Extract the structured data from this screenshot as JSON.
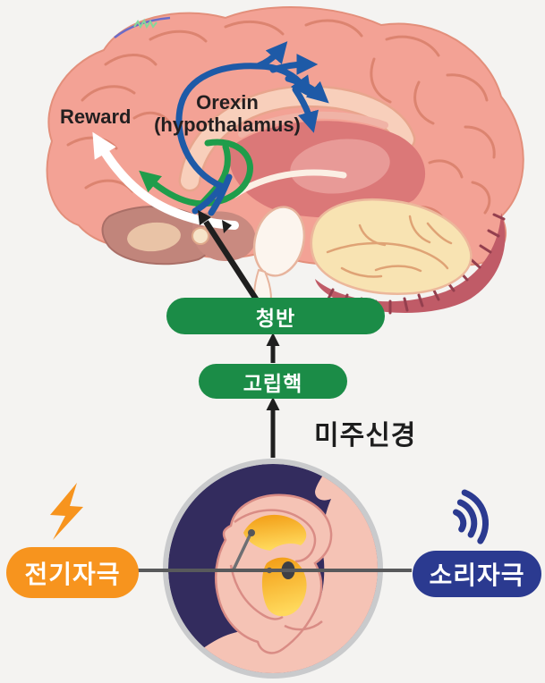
{
  "page": {
    "background": "#f4f3f1"
  },
  "brain": {
    "labels": {
      "reward": "Reward",
      "orexin_line1": "Orexin",
      "orexin_line2": "(hypothalamus)",
      "label_color": "#231f20"
    },
    "colors": {
      "cortex": "#f3a295",
      "cortex_outline": "#e38f7b",
      "gyri": "#dc8470",
      "corpus_callosum": "#f8cfbb",
      "corpus_callosum_edge": "#e8a58d",
      "deep_rose": "#db7878",
      "thalamus": "#e89a97",
      "temporal": "#c1857b",
      "hypothalamus": "#c98a80",
      "cerebellum": "#f8e3b2",
      "cerebellum_lines": "#dfa375",
      "stripe_band": "#c05b67",
      "stripe_line": "#943f4e",
      "brainstem_fill": "#fcf5ee",
      "brainstem_edge": "#e7b49d",
      "pathway_blue": "#1e5aa7",
      "pathway_green": "#1f9d4b",
      "reward_arrow": "#ffffff",
      "arrow_black": "#1f1f1f"
    }
  },
  "pathway": {
    "locus_coeruleus": {
      "label": "청반",
      "color": "#1b8c47",
      "text_color": "#ffffff"
    },
    "solitary_nucleus": {
      "label": "고립핵",
      "color": "#1b8c47",
      "text_color": "#ffffff"
    },
    "vagus_nerve": {
      "label": "미주신경",
      "text_color": "#1d1d1d"
    }
  },
  "stimulation": {
    "electrical": {
      "label": "전기자극",
      "color": "#f7941e",
      "text_color": "#ffffff",
      "icon": "lightning-bolt-icon"
    },
    "sound": {
      "label": "소리자극",
      "color": "#2b3a90",
      "text_color": "#ffffff",
      "icon": "sound-waves-icon"
    }
  },
  "ear_inset": {
    "colors": {
      "ring": "#c9cacc",
      "background": "#332c5e",
      "skin": "#f5c3b5",
      "ear_outline": "#d98c85",
      "highlight_top": "#f29b13",
      "highlight_bottom": "#ffd95c",
      "connector_line": "#58595b",
      "needle": "#6e6f73",
      "needle_head": "#55565a",
      "ear_canal": "#3e3f45"
    }
  }
}
